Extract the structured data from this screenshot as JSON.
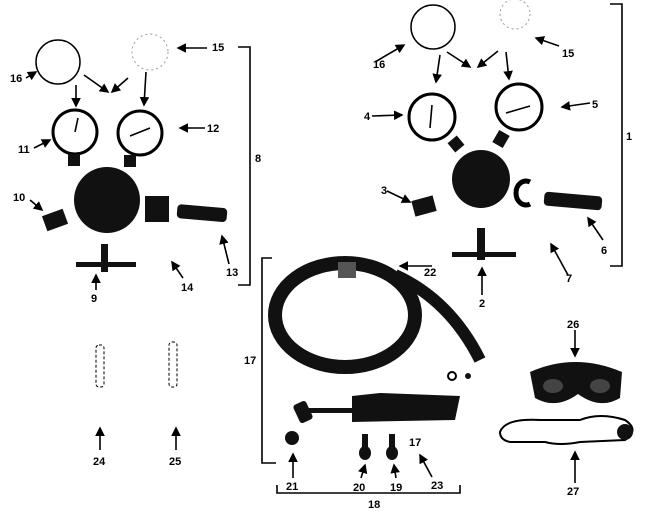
{
  "diagram": {
    "labels": {
      "l16": "16",
      "l15": "15",
      "l11": "11",
      "l12": "12",
      "l8": "8",
      "l10": "10",
      "l14": "14",
      "l13": "13",
      "l9": "9",
      "l24": "24",
      "l25": "25",
      "r16": "16",
      "r15": "15",
      "r4": "4",
      "r5": "5",
      "r1": "1",
      "r3": "3",
      "r6": "6",
      "r2": "2",
      "r7": "7",
      "r22": "22",
      "r17a": "17",
      "r26": "26",
      "r21": "21",
      "r20": "20",
      "r19": "19",
      "r17b": "17",
      "r23": "23",
      "r18": "18",
      "r27": "27"
    },
    "colors": {
      "ink": "#000000",
      "background": "#ffffff"
    }
  }
}
